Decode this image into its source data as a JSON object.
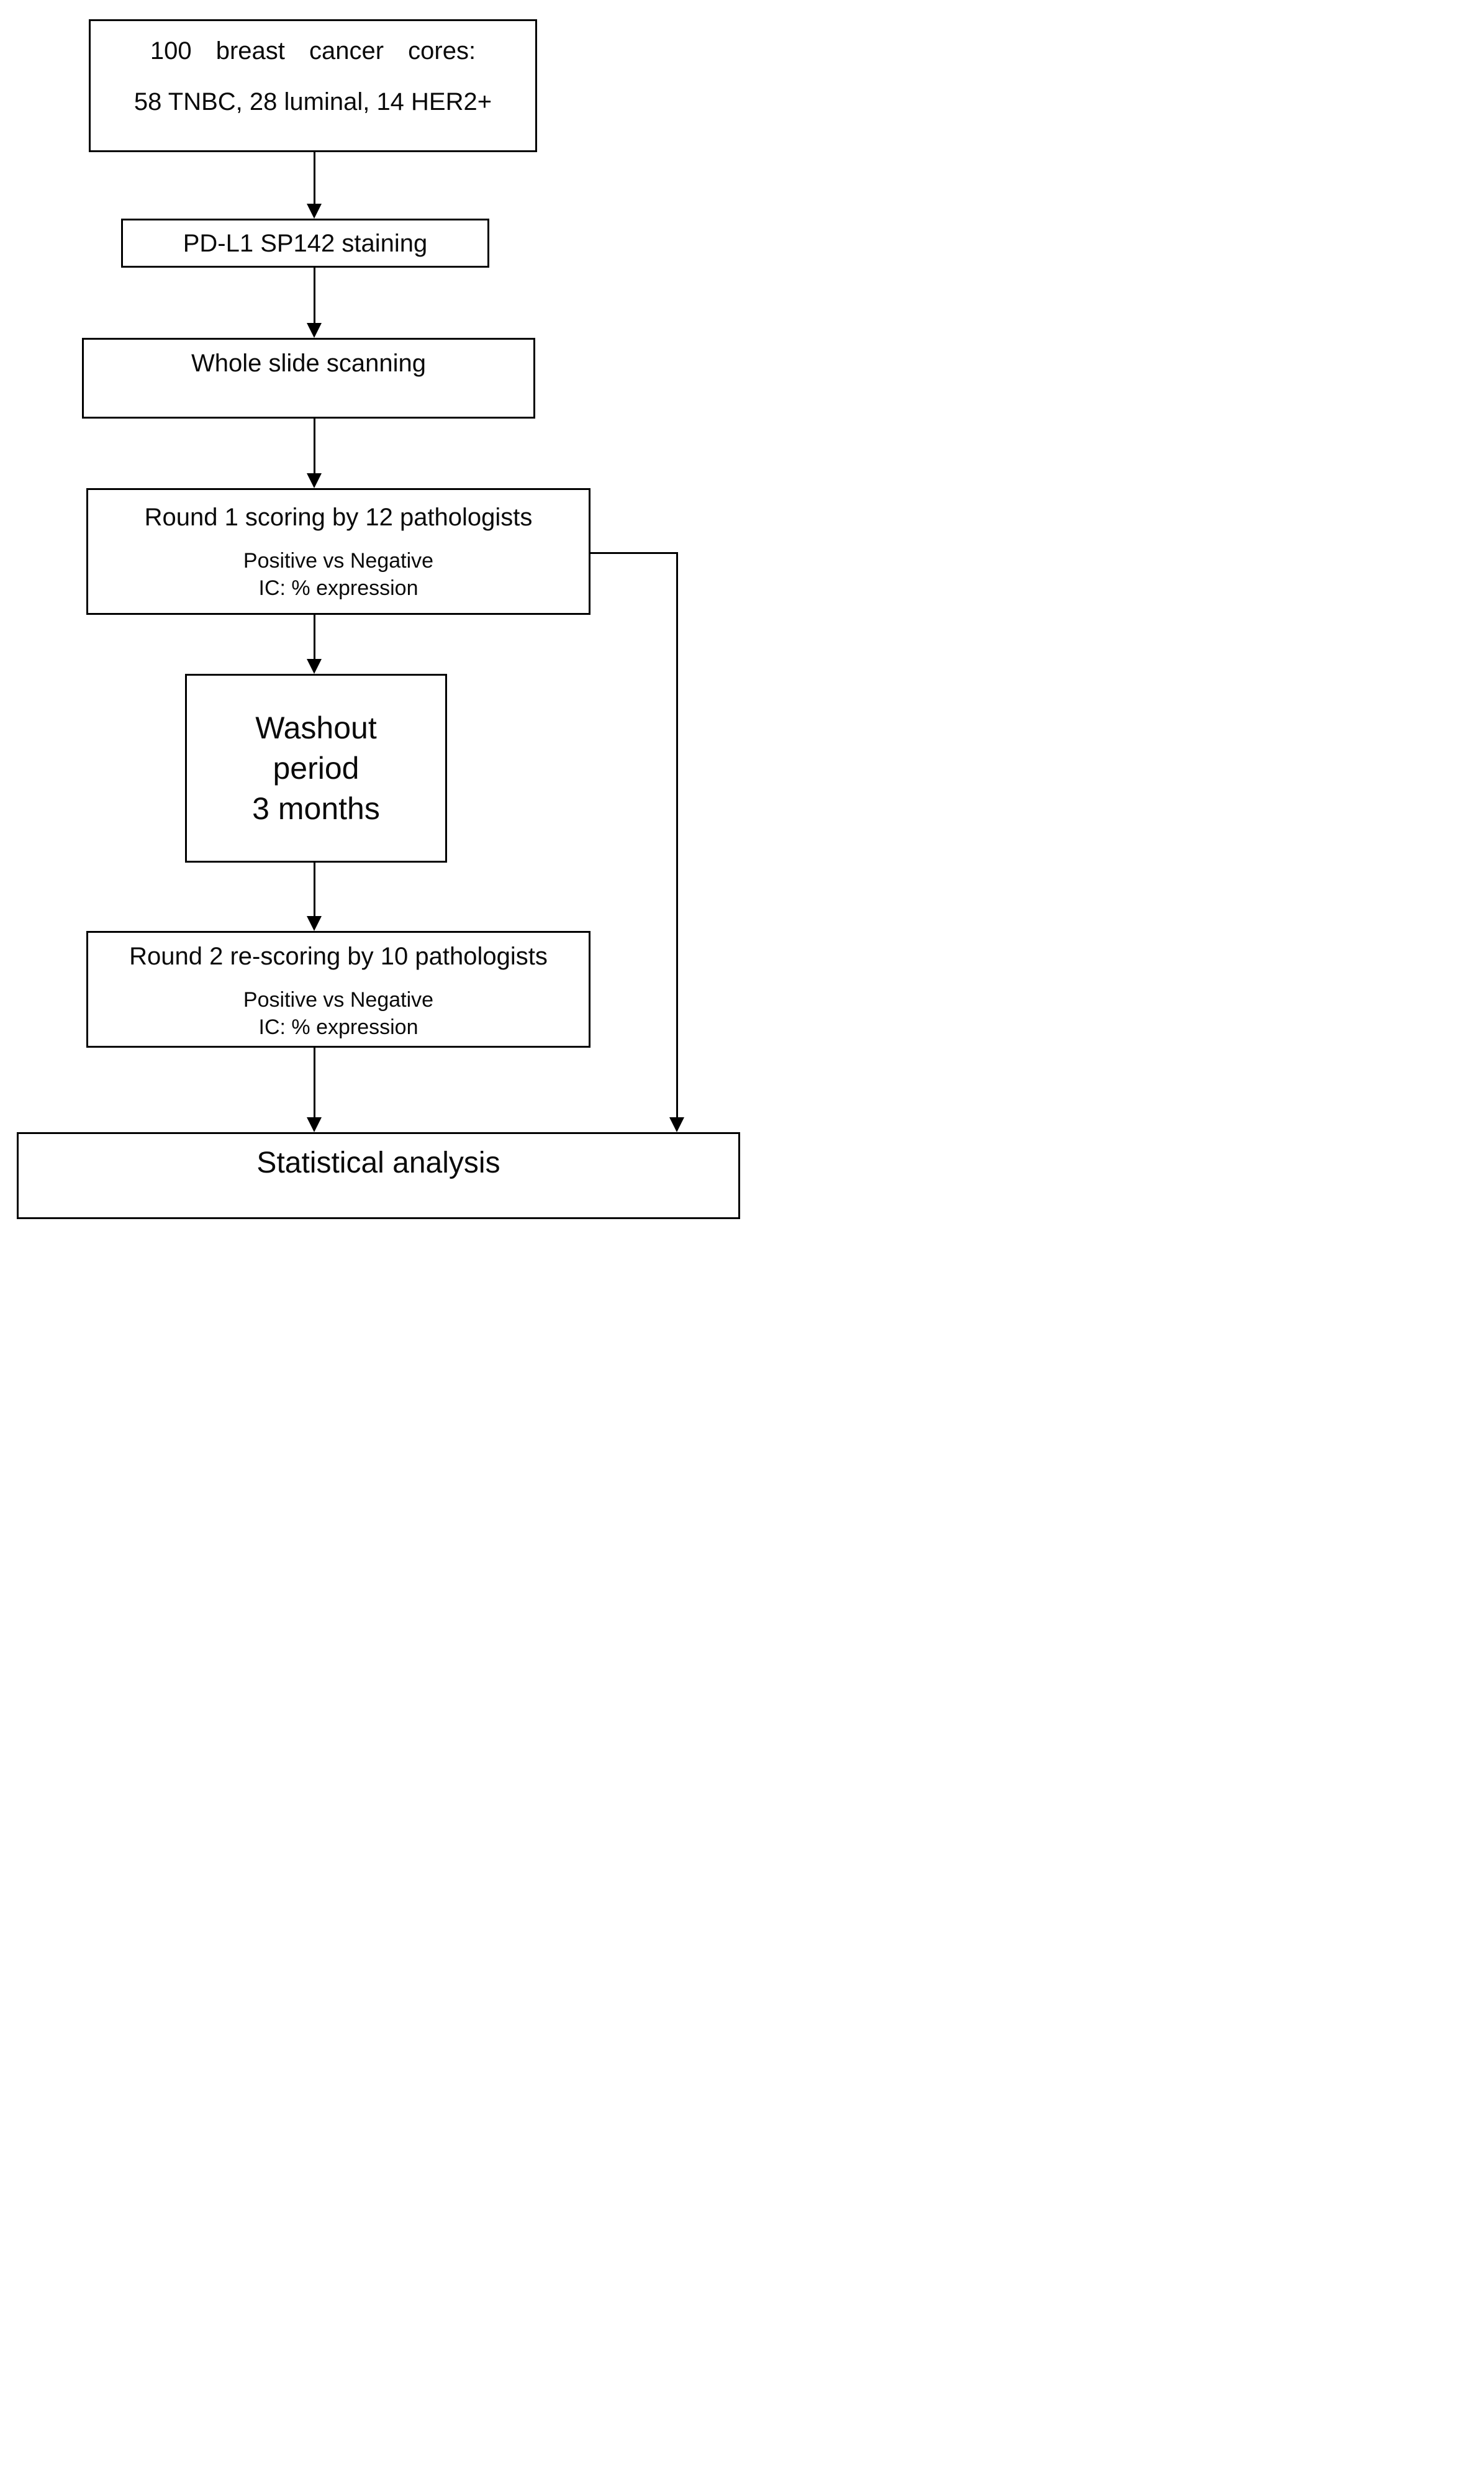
{
  "page": {
    "background": "#ffffff"
  },
  "flowchart": {
    "box1": {
      "line1": "100 breast cancer cores:",
      "line2": "58 TNBC, 28 luminal, 14 HER2+"
    },
    "box2": {
      "label": "PD-L1 SP142 staining"
    },
    "box3": {
      "label": "Whole slide scanning"
    },
    "box4": {
      "title": "Round 1 scoring by 12 pathologists",
      "detail1": "Positive vs Negative",
      "detail2": "IC: % expression"
    },
    "box5": {
      "line1": "Washout",
      "line2": "period",
      "line3": "3 months"
    },
    "box6": {
      "title": "Round 2 re-scoring by 10 pathologists",
      "detail1": "Positive vs Negative",
      "detail2": "IC: % expression"
    },
    "box7": {
      "label": "Statistical analysis"
    },
    "colors": {
      "border": "#000000",
      "background": "#ffffff",
      "text": "#000000",
      "arrow": "#000000"
    }
  }
}
